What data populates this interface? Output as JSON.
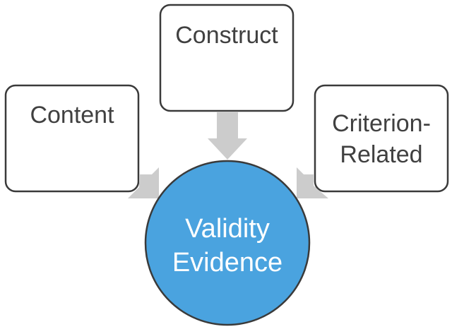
{
  "diagram": {
    "center": {
      "lines": [
        "Validity",
        "Evidence"
      ],
      "fill": "#4aa3df",
      "stroke": "#3a3a3a",
      "text_color": "#ffffff"
    },
    "sources": [
      {
        "id": "content",
        "lines": [
          "Content"
        ]
      },
      {
        "id": "construct",
        "lines": [
          "Construct"
        ]
      },
      {
        "id": "criterion",
        "lines": [
          "Criterion-",
          "Related"
        ]
      }
    ],
    "box_fill": "#ffffff",
    "box_stroke": "#3a3a3a",
    "box_text_color": "#404040",
    "arrow_color": "#cccccc"
  }
}
